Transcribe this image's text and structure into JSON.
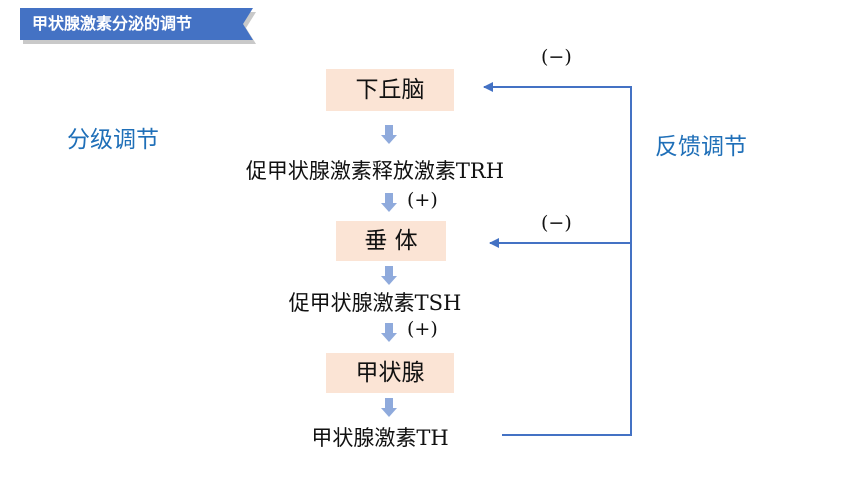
{
  "banner": {
    "title": "甲状腺激素分泌的调节"
  },
  "labels": {
    "graded": "分级调节",
    "feedback": "反馈调节"
  },
  "nodes": {
    "hypothalamus": "下丘脑",
    "trh": "促甲状腺激素释放激素TRH",
    "pituitary": "垂 体",
    "tsh": "促甲状腺激素TSH",
    "thyroid": "甲状腺",
    "th": "甲状腺激素TH"
  },
  "signs": {
    "promote_1": "(+)",
    "promote_2": "(+)",
    "inhibit_1": "(−)",
    "inhibit_2": "(−)"
  },
  "colors": {
    "banner": "#4472c4",
    "label_text": "#1f6fb8",
    "box_fill": "#fbe4d5",
    "arrow_fill": "#8faadc",
    "feedback_line": "#4472c4"
  }
}
